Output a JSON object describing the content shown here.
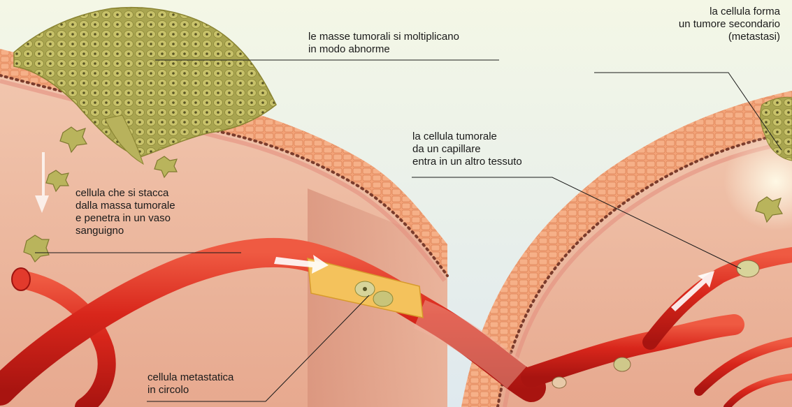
{
  "labels": {
    "masse": {
      "line1": "le masse tumorali si moltiplicano",
      "line2": "in modo abnorme"
    },
    "secondario": {
      "line1": "la cellula forma",
      "line2": "un tumore secondario",
      "line3": "(metastasi)"
    },
    "capillare": {
      "line1": "la cellula tumorale",
      "line2": "da un capillare",
      "line3": "entra in un altro tessuto"
    },
    "stacca": {
      "line1": "cellula che si stacca",
      "line2": "dalla massa tumorale",
      "line3": "e penetra in un vaso",
      "line4": "sanguigno"
    },
    "circolo": {
      "line1": "cellula metastatica",
      "line2": "in circolo"
    }
  },
  "colors": {
    "background": "#f3f6e4",
    "tissue": "#f0bfa6",
    "epithelium": "#f3a277",
    "vessel": "#d7261b",
    "tumor": "#b9b45c"
  }
}
